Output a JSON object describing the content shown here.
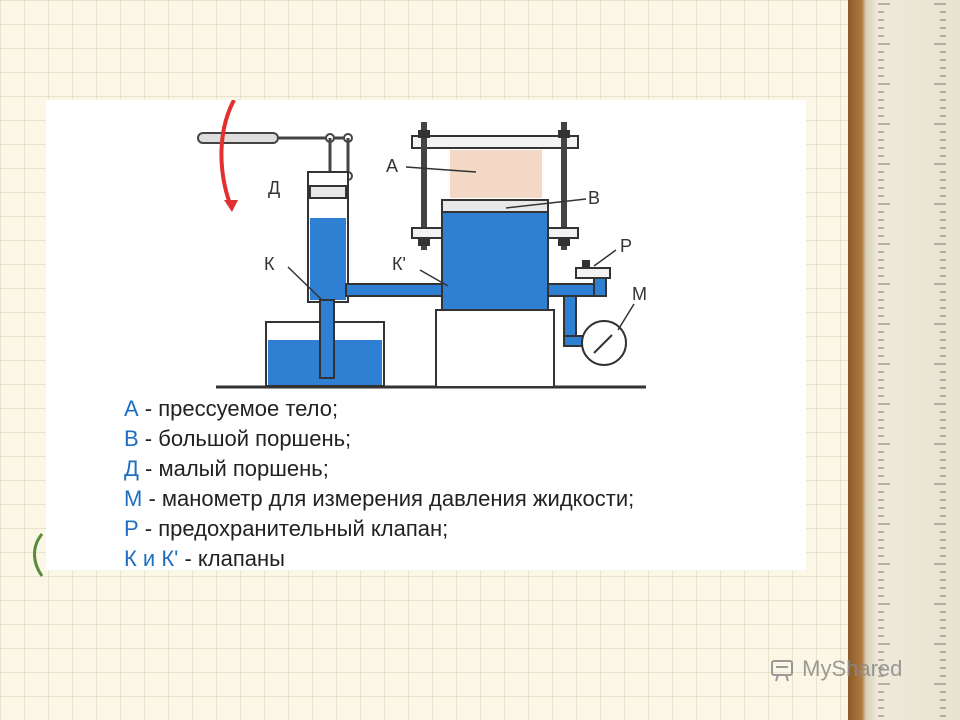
{
  "diagram": {
    "labels": {
      "a": "А",
      "b": "В",
      "d": "Д",
      "k": "К",
      "k_prime": "К'",
      "p": "Р",
      "m": "М"
    }
  },
  "legend": [
    {
      "key": "А",
      "text": " - прессуемое тело;"
    },
    {
      "key": "В",
      "text": " - большой поршень;"
    },
    {
      "key": "Д",
      "text": " - малый поршень;"
    },
    {
      "key": "М",
      "text": " - манометр для измерения давления жидкости;"
    },
    {
      "key": "Р",
      "text": " - предохранительный клапан;"
    },
    {
      "key": "К и К'",
      "text": " - клапаны"
    }
  ],
  "watermark": "MyShared",
  "colors": {
    "water": "#2f7fd2",
    "legend_key": "#1f6fc0",
    "arrow": "#e03030"
  },
  "icons": [
    "myshared-logo-icon"
  ]
}
